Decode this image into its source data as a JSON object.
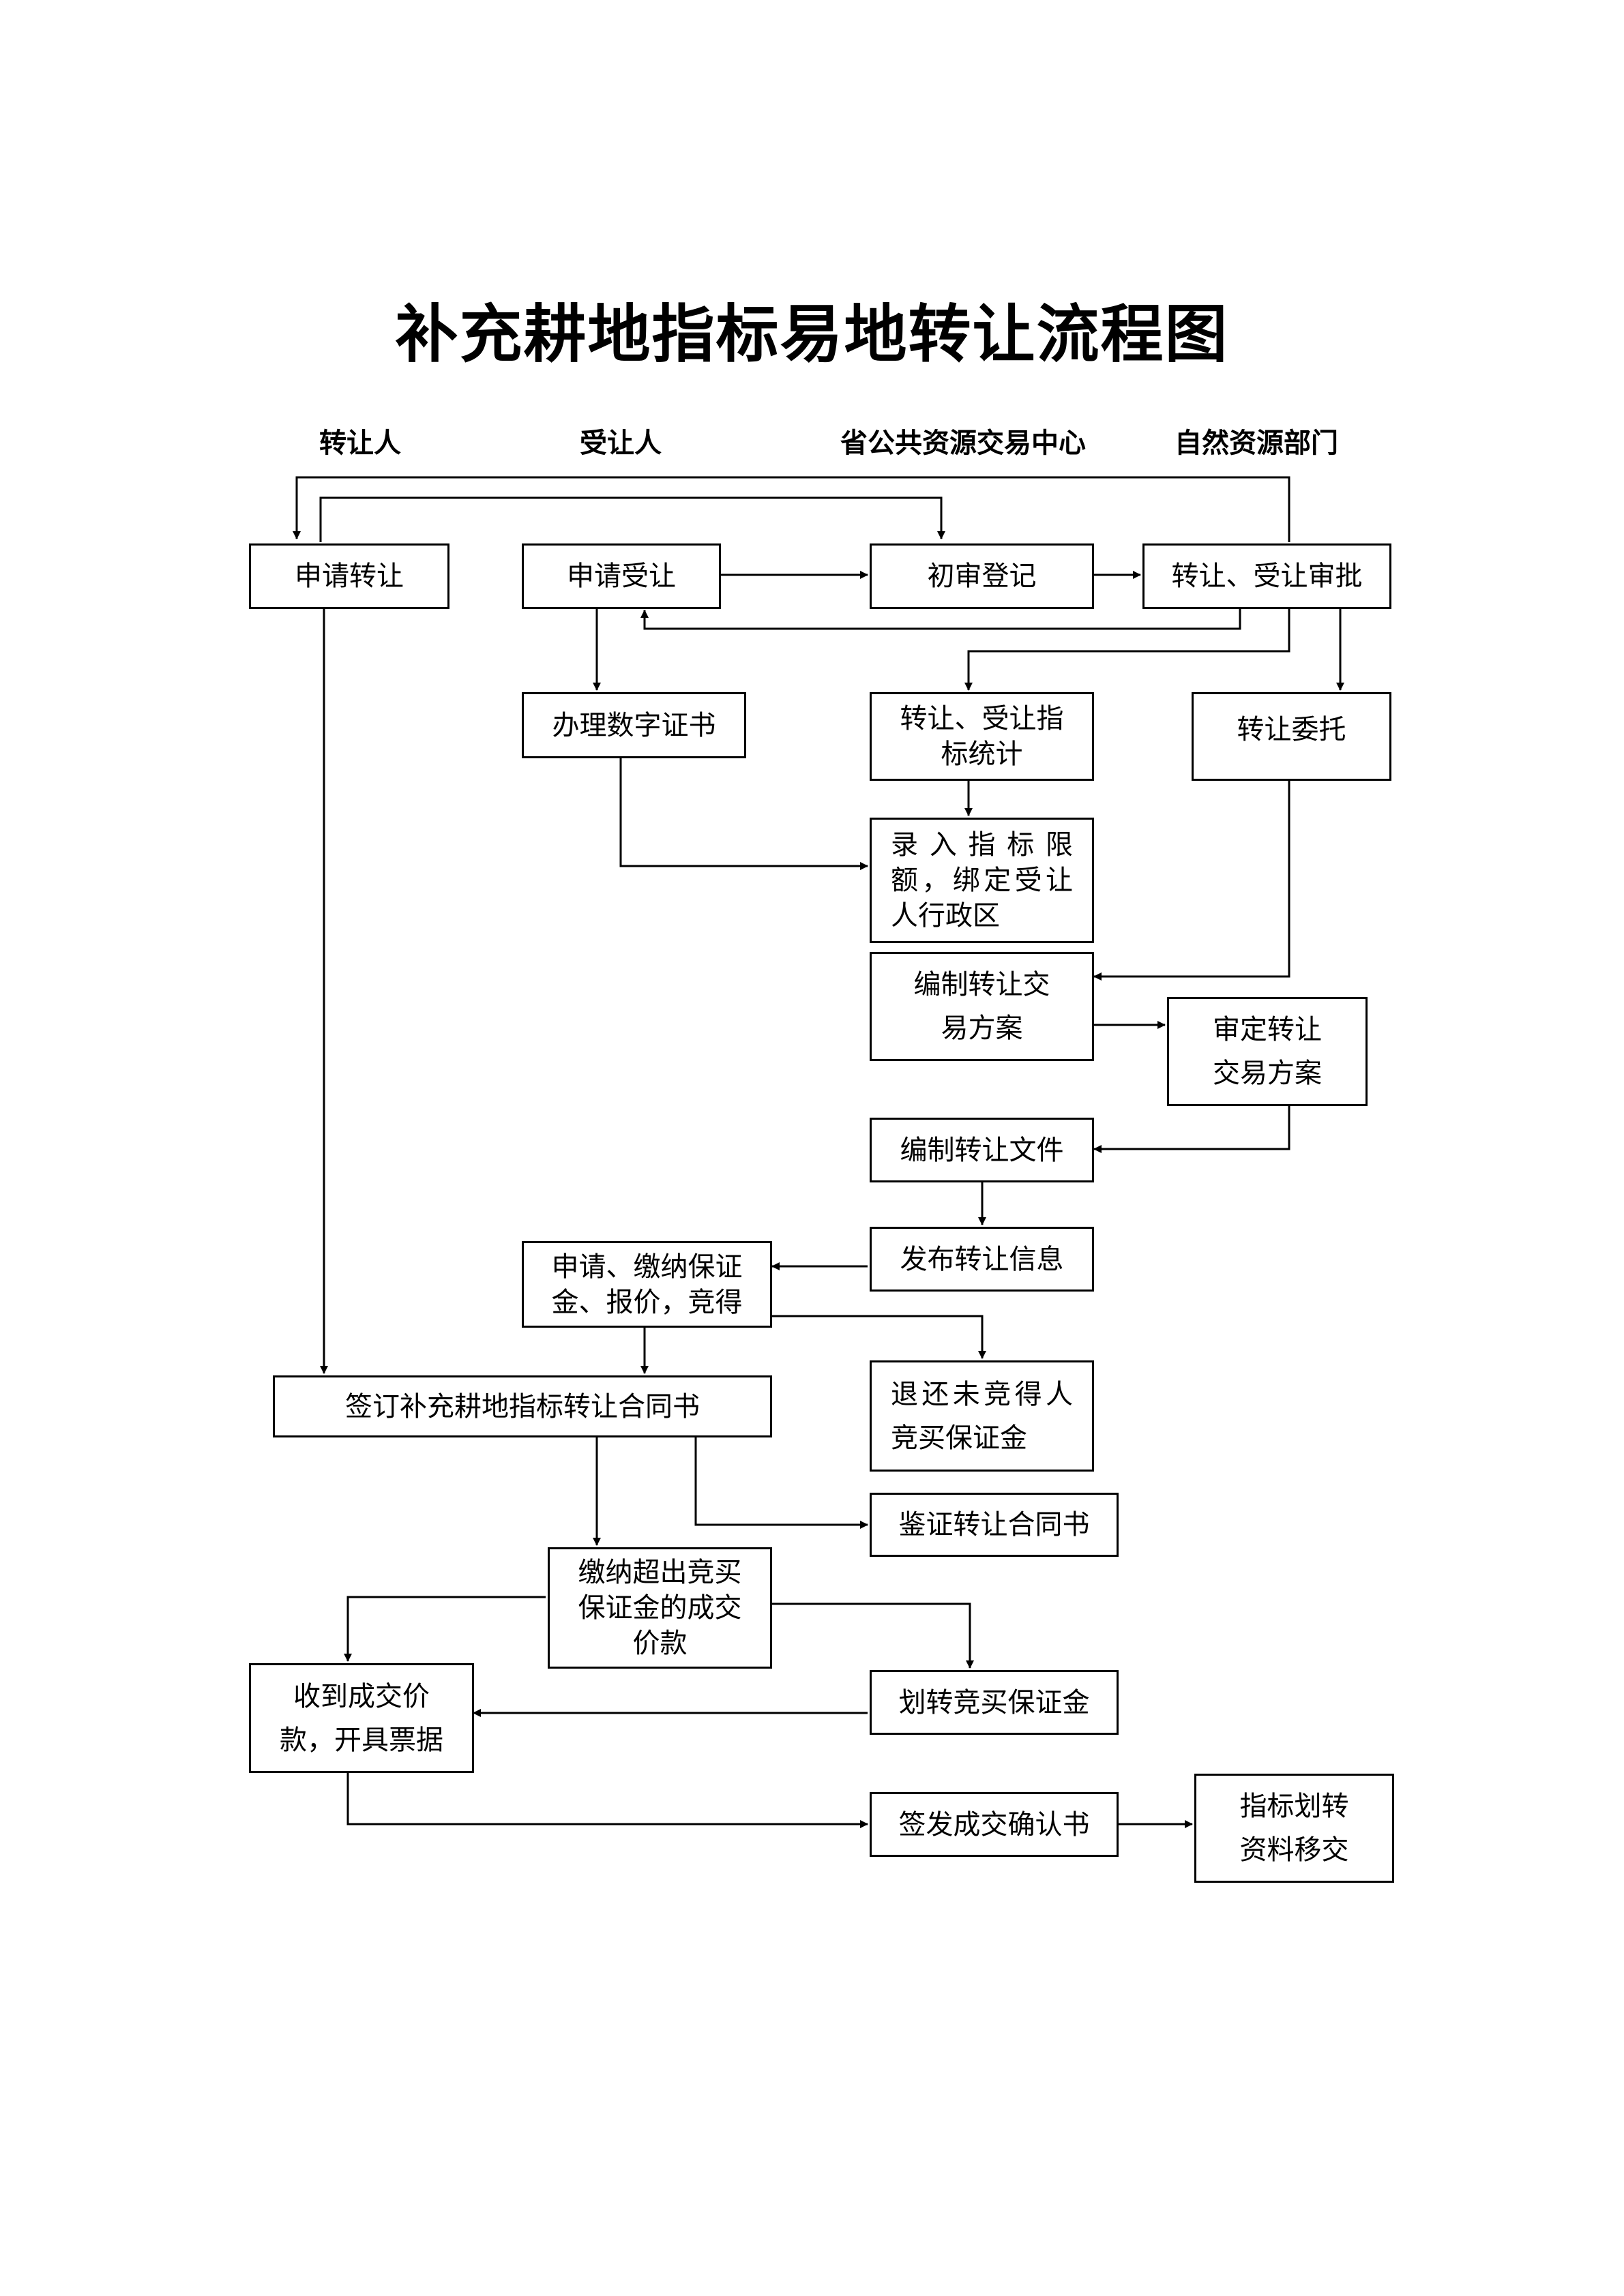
{
  "title": "补充耕地指标易地转让流程图",
  "lanes": [
    "转让人",
    "受让人",
    "省公共资源交易中心",
    "自然资源部门"
  ],
  "nodes": {
    "apply_transfer": "申请转让",
    "apply_receive": "申请受让",
    "initial_register": "初审登记",
    "approval": "转让、受让审批",
    "digital_cert": "办理数字证书",
    "statistics": "转让、受让指标统计",
    "commission": "转让委托",
    "input_quota": "录入指标限额，绑定受让人行政区",
    "compile_plan": "编制转让交易方案",
    "review_plan": "审定转让交易方案",
    "compile_docs": "编制转让文件",
    "publish_info": "发布转让信息",
    "deposit_bid": "申请、缴纳保证金、报价，竞得",
    "refund": "退还未竞得人竞买保证金",
    "sign_contract": "签订补充耕地指标转让合同书",
    "certify_contract": "鉴证转让合同书",
    "pay_balance": "缴纳超出竞买保证金的成交价款",
    "transfer_deposit": "划转竞买保证金",
    "receive_payment": "收到成交价款，开具票据",
    "issue_confirmation": "签发成交确认书",
    "handover": "指标划转资料移交"
  }
}
